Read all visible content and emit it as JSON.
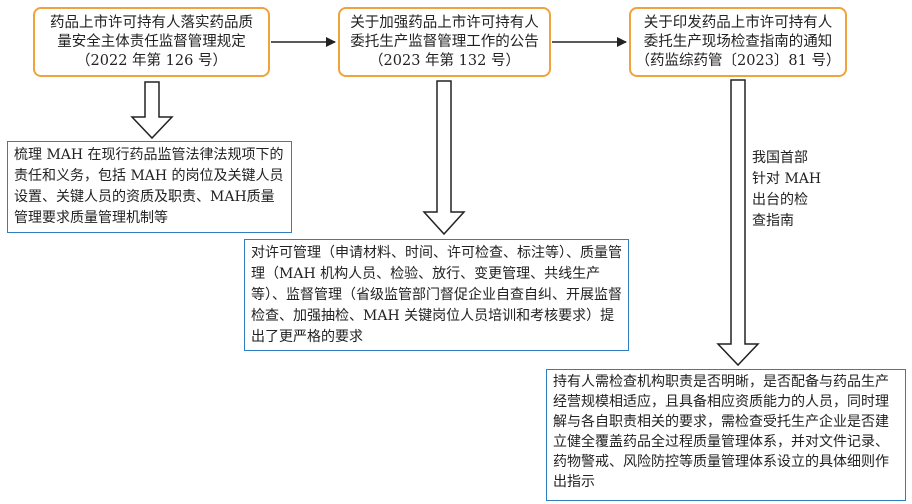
{
  "regulations": [
    {
      "line1": "药品上市许可持有人落实药品质",
      "line2": "量安全主体责任监督管理规定",
      "line3": "（2022 年第 126 号）"
    },
    {
      "line1": "关于加强药品上市许可持有人",
      "line2": "委托生产监督管理工作的公告",
      "line3": "（2023 年第 132 号）"
    },
    {
      "line1": "关于印发药品上市许可持有人",
      "line2": "委托生产现场检查指南的通知",
      "line3": "（药监综药管〔2023〕81 号）"
    }
  ],
  "notes": {
    "note1": "梳理 MAH 在现行药品监管法律法规项下的责任和义务，包括 MAH 的岗位及关键人员设置、关键人员的资质及职责、MAH质量管理要求质量管理机制等",
    "note2": "对许可管理（申请材料、时间、许可检查、标注等）、质量管理（MAH 机构人员、检验、放行、变更管理、共线生产等）、监督管理（省级监管部门督促企业自查自纠、开展监督检查、加强抽检、MAH 关键岗位人员培训和考核要求）提出了更严格的要求",
    "note3": "持有人需检查机构职责是否明晰，是否配备与药品生产经营规模相适应，且具备相应资质能力的人员，同时理解与各自职责相关的要求，需检查受托生产企业是否建立健全覆盖药品全过程质量管理体系，并对文件记录、药物警戒、风险防控等质量管理体系设立的具体细则作出指示"
  },
  "side_label": {
    "line1": "我国首部",
    "line2": "针对 MAH",
    "line3": "出台的检",
    "line4": "查指南"
  },
  "colors": {
    "regulation_border": "#f0a23c",
    "note_border": "#2f7fc0",
    "arrow": "#222222"
  }
}
